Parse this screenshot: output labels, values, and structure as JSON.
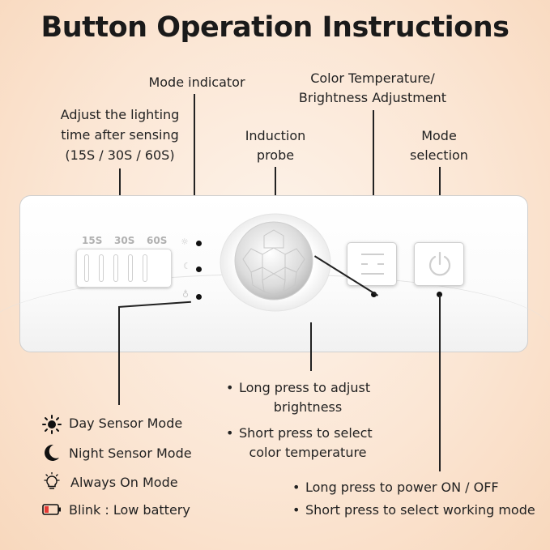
{
  "title": "Button Operation Instructions",
  "labels": {
    "mode_indicator": "Mode indicator",
    "adjust_line1": "Adjust the  lighting",
    "adjust_line2": "time after sensing",
    "adjust_line3": "(15S / 30S / 60S)",
    "induction_line1": "Induction",
    "induction_line2": "probe",
    "color_temp_line1": "Color Temperature/",
    "color_temp_line2": "Brightness Adjustment",
    "mode_sel_line1": "Mode",
    "mode_sel_line2": "selection"
  },
  "slider": {
    "ticks": [
      "15S",
      "30S",
      "60S"
    ]
  },
  "legend": [
    {
      "icon": "sun-icon",
      "text": "Day Sensor Mode"
    },
    {
      "icon": "moon-icon",
      "text": "Night Sensor Mode"
    },
    {
      "icon": "bulb-icon",
      "text": "Always On Mode"
    },
    {
      "icon": "low-battery-icon",
      "text": "Blink : Low battery"
    }
  ],
  "color_temp_notes": {
    "line1": "Long press to adjust",
    "line2": "brightness",
    "line3": "Short press to select",
    "line4": "color temperature"
  },
  "power_notes": {
    "line1": "Long press to power ON / OFF",
    "line2": "Short press to select working mode"
  },
  "colors": {
    "battery_red": "#e53935",
    "accent_line": "#222222"
  }
}
